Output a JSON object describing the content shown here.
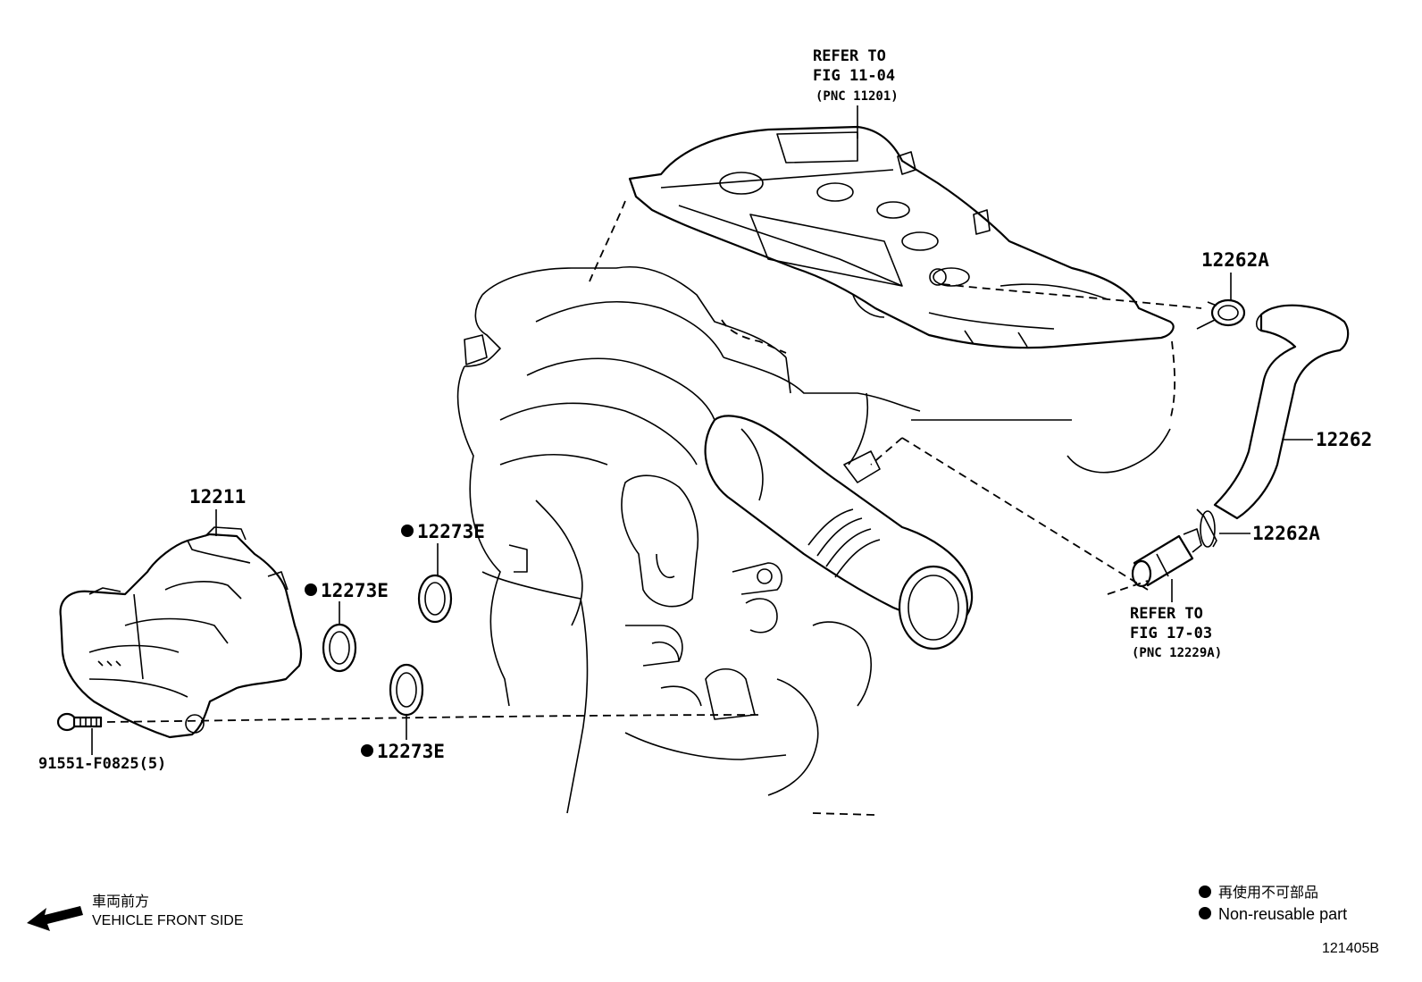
{
  "refs": {
    "head_cover": {
      "line1": "REFER TO",
      "line2": "FIG 11-04",
      "line3": "(PNC 11201)"
    },
    "fitting": {
      "line1": "REFER TO",
      "line2": "FIG 17-03",
      "line3": "(PNC 12229A)"
    }
  },
  "parts": {
    "clamp_upper": "12262A",
    "hose": "12262",
    "clamp_lower": "12262A",
    "separator": "12211",
    "gasket_1": "12273E",
    "gasket_2": "12273E",
    "gasket_3": "12273E",
    "bolt": "91551-F0825(5)"
  },
  "legend": {
    "non_reusable_jp": "再使用不可部品",
    "non_reusable_en": "Non-reusable part",
    "bullet": "●"
  },
  "orientation": {
    "jp": "車両前方",
    "en": "VEHICLE FRONT SIDE"
  },
  "figure_id": "121405B"
}
